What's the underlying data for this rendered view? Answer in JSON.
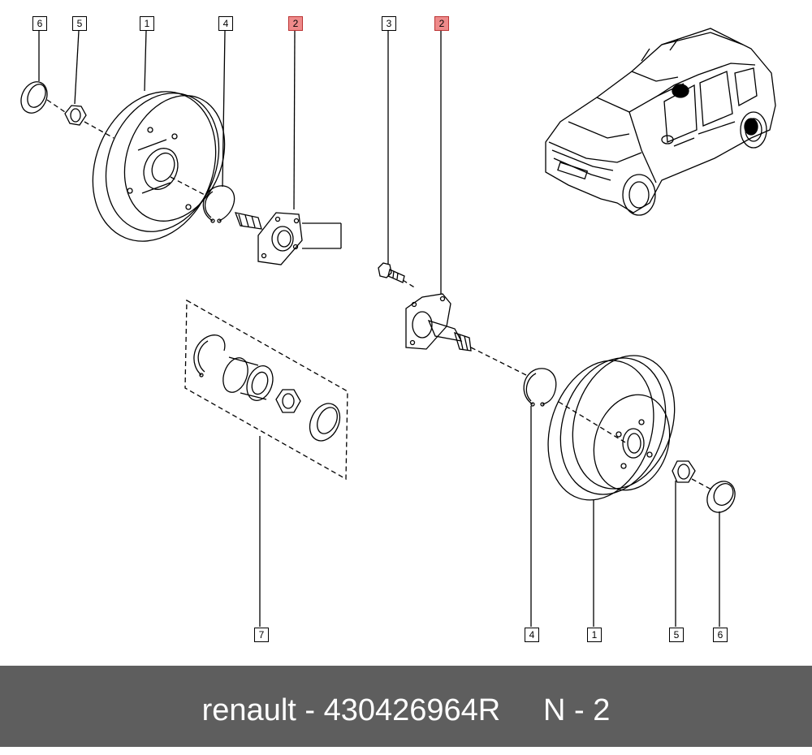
{
  "callouts": {
    "c6_left": "6",
    "c5_left": "5",
    "c1_left": "1",
    "c4_left": "4",
    "c2_left": "2",
    "c3": "3",
    "c2_right": "2",
    "c7": "7",
    "c4_right": "4",
    "c1_right": "1",
    "c5_right": "5",
    "c6_right": "6"
  },
  "highlight_color": "#ee8a8a",
  "footer": {
    "text": "renault - 430426964R     N - 2",
    "background": "#5e5e5e"
  }
}
